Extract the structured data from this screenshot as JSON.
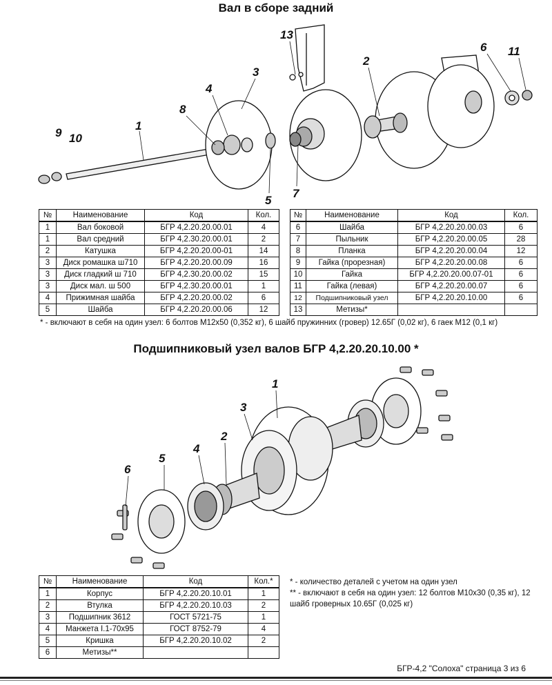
{
  "section1": {
    "title": "Вал в сборе задний",
    "callouts": [
      "1",
      "2",
      "3",
      "4",
      "5",
      "6",
      "7",
      "8",
      "9",
      "10",
      "11",
      "13"
    ],
    "columns": [
      "№",
      "Наименование",
      "Код",
      "Кол."
    ],
    "left_rows": [
      [
        "1",
        "Вал боковой",
        "БГР 4,2.20.20.00.01",
        "4"
      ],
      [
        "1",
        "Вал средний",
        "БГР 4,2.30.20.00.01",
        "2"
      ],
      [
        "2",
        "Катушка",
        "БГР 4,2.20.20.00-01",
        "14"
      ],
      [
        "3",
        "Диск ромашка ш710",
        "БГР 4,2.20.20.00.09",
        "16"
      ],
      [
        "3",
        "Диск гладкий ш 710",
        "БГР 4,2.30.20.00.02",
        "15"
      ],
      [
        "3",
        "Диск мал. ш 500",
        "БГР 4,2.30.20.00.01",
        "1"
      ],
      [
        "4",
        "Прижимная шайба",
        "БГР 4,2.20.20.00.02",
        "6"
      ],
      [
        "5",
        "Шайба",
        "БГР 4,2.20.20.00.06",
        "12"
      ]
    ],
    "right_rows": [
      [
        "6",
        "Шайба",
        "БГР 4,2.20.20.00.03",
        "6"
      ],
      [
        "7",
        "Пыльник",
        "БГР 4,2.20.20.00.05",
        "28"
      ],
      [
        "8",
        "Планка",
        "БГР 4,2.20.20.00.04",
        "12"
      ],
      [
        "9",
        "Гайка (прорезная)",
        "БГР 4,2.20.20.00.08",
        "6"
      ],
      [
        "10",
        "Гайка",
        "БГР 4,2.20.20.00.07-01",
        "6"
      ],
      [
        "11",
        "Гайка (левая)",
        "БГР 4,2.20.20.00.07",
        "6"
      ],
      [
        "12",
        "Подшипниковый узел",
        "БГР 4,2.20.20.10.00",
        "6"
      ],
      [
        "13",
        "Метизы*",
        "",
        ""
      ]
    ],
    "note": "* - включают в себя на один узел: 6 болтов М12х50 (0,352 кг), 6 шайб пружинних (гровер) 12.65Г (0,02 кг), 6 гаек М12 (0,1 кг)"
  },
  "section2": {
    "title": "Подшипниковый узел валов БГР 4,2.20.20.10.00 *",
    "callouts": [
      "1",
      "2",
      "3",
      "4",
      "5",
      "6"
    ],
    "columns": [
      "№",
      "Наименование",
      "Код",
      "Кол.*"
    ],
    "rows": [
      [
        "1",
        "Корпус",
        "БГР 4,2.20.20.10.01",
        "1"
      ],
      [
        "2",
        "Втулка",
        "БГР 4,2.20.20.10.03",
        "2"
      ],
      [
        "3",
        "Подшипник 3612",
        "ГОСТ 5721-75",
        "1"
      ],
      [
        "4",
        "Манжета I.1-70х95",
        "ГОСТ 8752-79",
        "4"
      ],
      [
        "5",
        "Кришка",
        "БГР 4,2.20.20.10.02",
        "2"
      ],
      [
        "6",
        "Метизы**",
        "",
        ""
      ]
    ],
    "note1": "*  - количество деталей с учетом на один узел",
    "note2": "** - включают в себя на один узел: 12 болтов М10х30 (0,35 кг), 12 шайб гроверных 10.65Г (0,025 кг)"
  },
  "footer": "БГР-4,2 \"Солоха\" страница 3 из 6"
}
